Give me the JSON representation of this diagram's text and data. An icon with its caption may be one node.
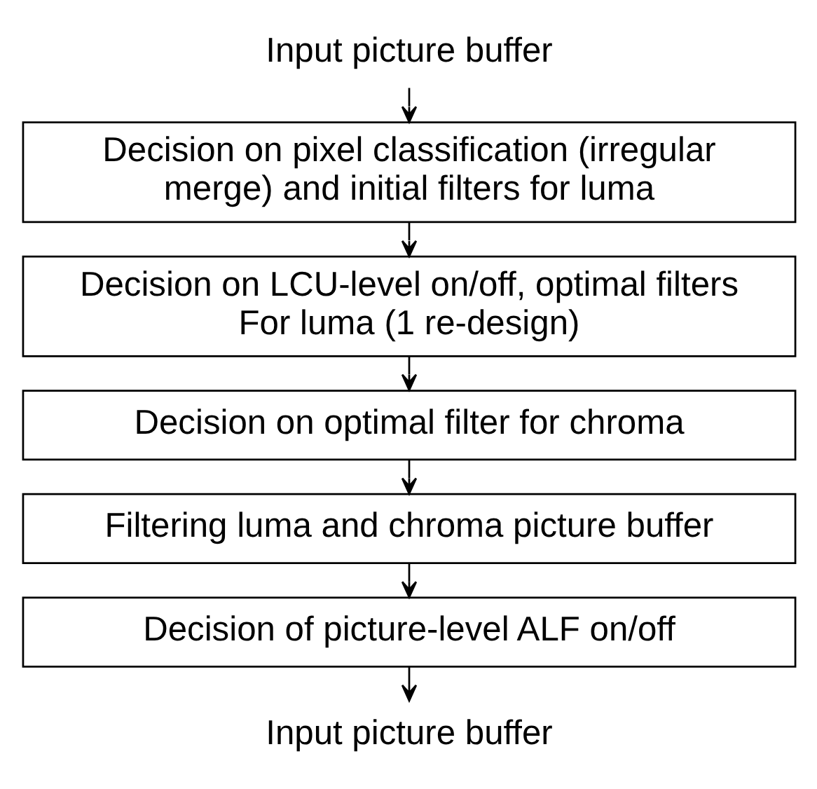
{
  "diagram": {
    "nodes": [
      {
        "text": [
          "Input picture buffer"
        ]
      },
      {
        "text": [
          "Decision on pixel classification (irregular merge) and initial filters for luma"
        ]
      },
      {
        "text": [
          "Decision on LCU-level on/off, optimal filters For luma (1 re-design)"
        ]
      },
      {
        "text": [
          "Decision on optimal filter for chroma"
        ]
      },
      {
        "text": [
          "Filtering luma and chroma picture buffer"
        ]
      },
      {
        "text": [
          "Decision of picture-level ALF on/off"
        ]
      },
      {
        "text": [
          "Input picture buffer"
        ]
      }
    ],
    "edges": [
      {
        "from": 0,
        "to": 1,
        "arrow": "to"
      },
      {
        "from": 1,
        "to": 2,
        "arrow": "to"
      },
      {
        "from": 2,
        "to": 3,
        "arrow": "to"
      },
      {
        "from": 3,
        "to": 4,
        "arrow": "to"
      },
      {
        "from": 4,
        "to": 5,
        "arrow": "to"
      },
      {
        "from": 5,
        "to": 6,
        "arrow": "to"
      }
    ]
  }
}
